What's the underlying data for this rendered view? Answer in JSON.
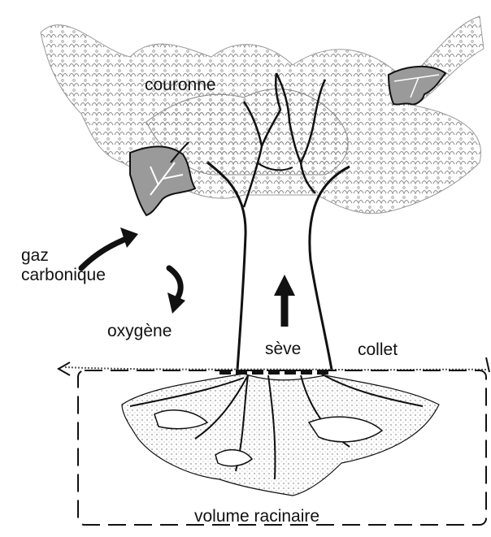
{
  "labels": {
    "crown": "couronne",
    "gas": "gaz\ncarbonique",
    "oxygen": "oxygène",
    "sap": "sève",
    "collar": "collet",
    "root_volume": "volume racinaire"
  },
  "colors": {
    "line": "#111111",
    "leaf_fill": "#9a9a9a",
    "foliage": "#8a8a8a",
    "ground": "#555555"
  }
}
